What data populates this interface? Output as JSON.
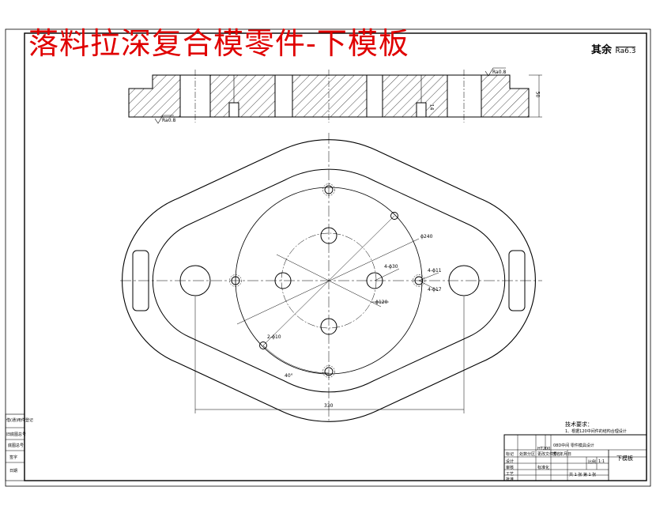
{
  "title": "落料拉深复合模零件-下模板",
  "surface": {
    "rest_label": "其余",
    "rest_ra": "Ra6.3",
    "top_ra": "Ra0.8",
    "bottom_ra": "Ra0.8"
  },
  "section_dims": {
    "thickness": "50",
    "counterbore": "14"
  },
  "plan_dims": {
    "dia_240": "ϕ240",
    "holes_4x30": "4-ϕ30",
    "holes_4x11": "4-ϕ11",
    "holes_4x17": "4-ϕ17",
    "dia_120": "ϕ120",
    "pins": "2-ϕ10",
    "angle_40": "40°",
    "width_330": "330"
  },
  "notes": {
    "title": "技术要求：",
    "line1": "1、根据120中间件的结构合理设计"
  },
  "title_block": {
    "name": "HT200",
    "company": "08D中间 零件模具设计",
    "part": "下模板",
    "scale_label": "比例",
    "scale": "1:1",
    "sheet": "共 1 张   第 1 张",
    "rows": [
      "标记",
      "处数",
      "分区",
      "更改文件号",
      "签名",
      "年月日",
      "设计",
      "审核",
      "工艺",
      "批准",
      "标准化"
    ]
  },
  "left_strip": [
    "借(通)用件登记",
    "旧底图总号",
    "底图总号",
    "签字",
    "日期"
  ]
}
